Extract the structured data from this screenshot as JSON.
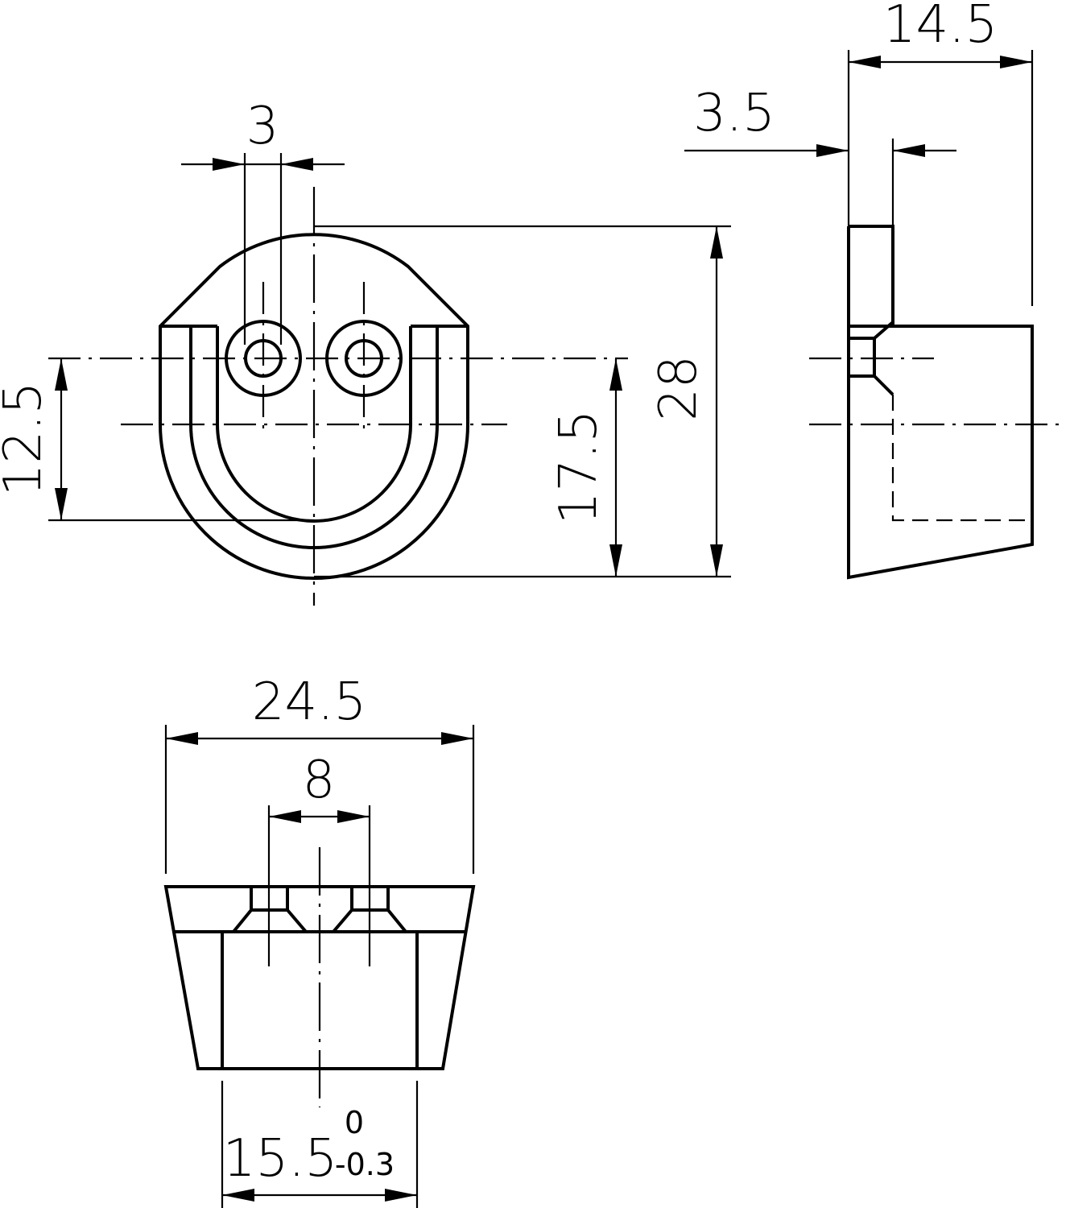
{
  "dimensions": {
    "top_width": "14.5",
    "plate_thickness": "3.5",
    "hole_dia": "3",
    "height": "28",
    "height_to_holes": "17.5",
    "hole_to_bottom": "12.5",
    "bottom_width": "24.5",
    "hole_spacing": "8",
    "slot_width": "15.5",
    "slot_tol_upper": "0",
    "slot_tol_lower": "-0.3"
  }
}
